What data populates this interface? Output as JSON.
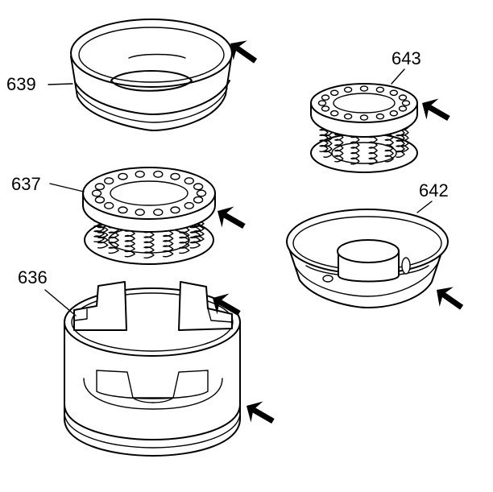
{
  "parts": [
    {
      "id": "639",
      "label": "639"
    },
    {
      "id": "643",
      "label": "643"
    },
    {
      "id": "637",
      "label": "637"
    },
    {
      "id": "642",
      "label": "642"
    },
    {
      "id": "636",
      "label": "636"
    }
  ],
  "colors": {
    "line": "#000000",
    "background": "#ffffff"
  }
}
